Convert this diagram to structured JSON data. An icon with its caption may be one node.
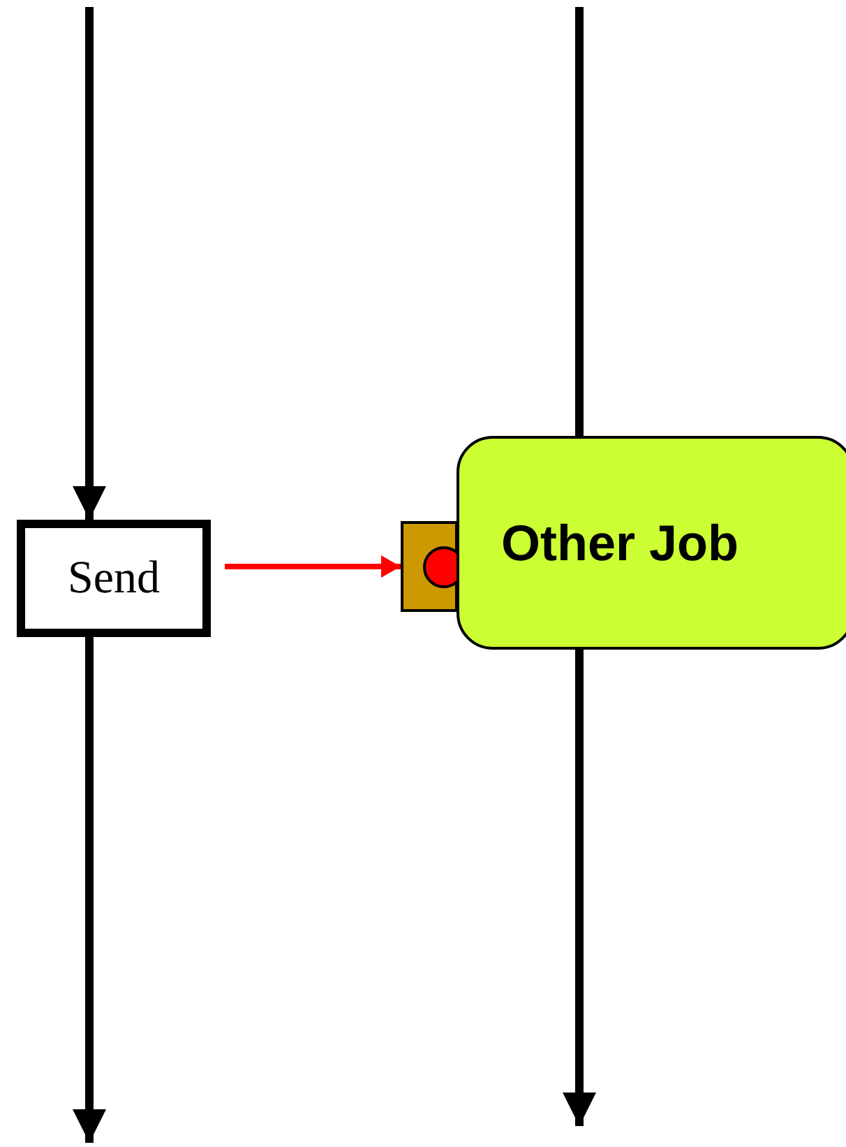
{
  "diagram": {
    "nodes": [
      {
        "text": [
          "Send"
        ]
      },
      {
        "text": [
          "Other Job"
        ]
      },
      {
        "text": [],
        "shape": "box"
      }
    ],
    "edges": [
      {
        "from": null,
        "to": 0,
        "arrow": "to"
      },
      {
        "from": 0,
        "to": null,
        "arrow": "to"
      },
      {
        "from": 0,
        "to": 2,
        "arrow": "to",
        "color": "#ff0000"
      },
      {
        "from": null,
        "to": 1,
        "arrow": "none"
      },
      {
        "from": 1,
        "to": null,
        "arrow": "to"
      }
    ]
  }
}
